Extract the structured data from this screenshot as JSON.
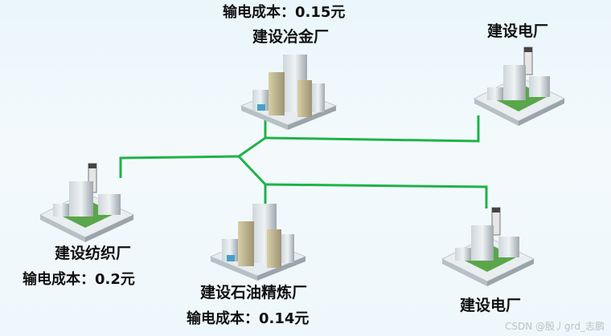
{
  "nodes": {
    "metallurgy": {
      "name": "建设冶金厂",
      "cost": "输电成本：0.15元"
    },
    "power_top": {
      "name": "建设电厂"
    },
    "textile": {
      "name": "建设纺织厂",
      "cost": "输电成本：0.2元"
    },
    "petro": {
      "name": "建设石油精炼厂",
      "cost": "输电成本：0.14元"
    },
    "power_bottom": {
      "name": "建设电厂"
    }
  },
  "colors": {
    "line": "#1fb24a",
    "building": "#b8c2c8",
    "grass": "#5aa64a",
    "base": "#e9eef0"
  },
  "watermark": "CSDN @殷丿grd_志鹏"
}
